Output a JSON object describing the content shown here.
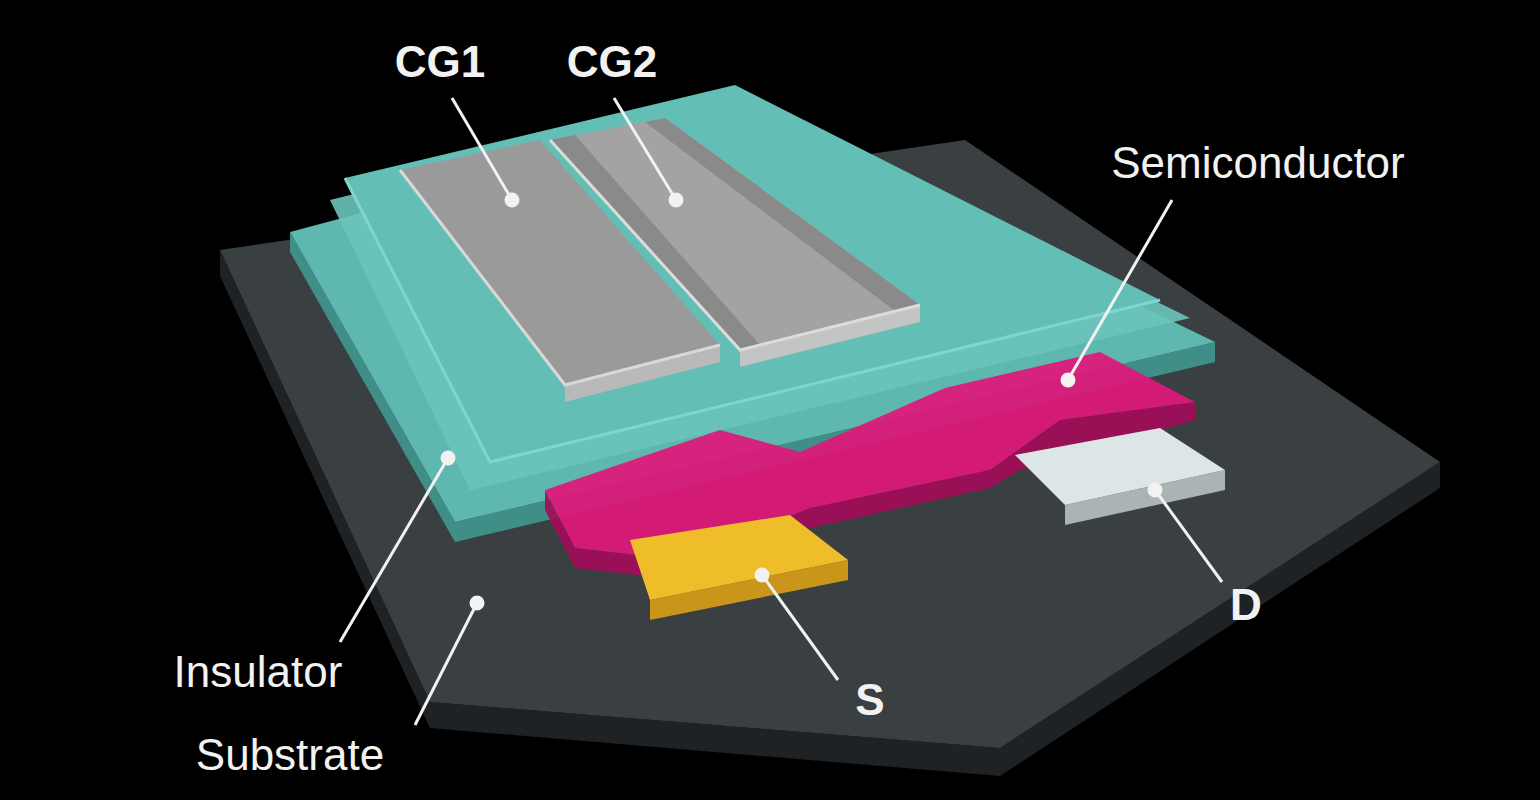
{
  "diagram": {
    "labels": [
      "CG1",
      "CG2",
      "Semiconductor",
      "D",
      "Insulator",
      "S",
      "Substrate"
    ]
  }
}
